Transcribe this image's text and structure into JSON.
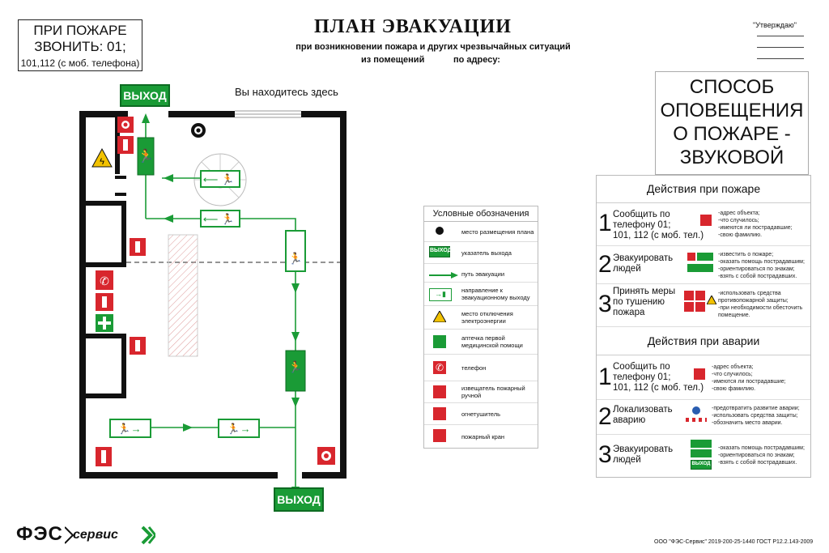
{
  "fire_call": {
    "line1": "ПРИ ПОЖАРЕ",
    "line2": "ЗВОНИТЬ: 01;",
    "line3": "101,112 (с моб. телефона)"
  },
  "title": "ПЛАН ЭВАКУАЦИИ",
  "subtitle1": "при возникновении пожара и других чрезвычайных ситуаций",
  "subtitle2a": "из помещений",
  "subtitle2b": "по адресу:",
  "approve": "\"Утверждаю\"",
  "you_are_here": "Вы находитесь здесь",
  "exit_label": "ВЫХОД",
  "alert_method": [
    "СПОСОБ",
    "ОПОВЕЩЕНИЯ",
    "О ПОЖАРЕ -",
    "ЗВУКОВОЙ"
  ],
  "legend": {
    "title": "Условные обозначения",
    "items": [
      {
        "label": "место размещения плана"
      },
      {
        "symbol": "ВЫХОД",
        "label": "указатель выхода"
      },
      {
        "label": "путь эвакуации"
      },
      {
        "label": "направление к эвакуационному выходу"
      },
      {
        "label": "место отключения электроэнергии"
      },
      {
        "label": "аптечка первой медицинской помощи"
      },
      {
        "label": "телефон"
      },
      {
        "label": "извещатель пожарный ручной"
      },
      {
        "label": "огнетушитель"
      },
      {
        "label": "пожарный кран"
      }
    ]
  },
  "fire_actions": {
    "title": "Действия при пожаре",
    "steps": [
      {
        "num": "1",
        "text": [
          "Сообщить по",
          "телефону 01;",
          "101, 112 (с моб. тел.)"
        ],
        "notes": [
          "-адрес объекта;",
          "-что случилось;",
          "-имеются ли пострадавшие;",
          "-свою фамилию."
        ]
      },
      {
        "num": "2",
        "text": [
          "Эвакуировать",
          "людей"
        ],
        "notes": [
          "-известить о пожаре;",
          "-оказать помощь пострадавшим;",
          "-ориентироваться по знакам;",
          "-взять с собой пострадавших."
        ]
      },
      {
        "num": "3",
        "text": [
          "Принять меры",
          "по тушению",
          "пожара"
        ],
        "notes": [
          "-использовать средства",
          "противопожарной защиты;",
          "-при необходимости обесточить",
          "помещение."
        ]
      }
    ]
  },
  "emergency_actions": {
    "title": "Действия при аварии",
    "steps": [
      {
        "num": "1",
        "text": [
          "Сообщить по",
          "телефону 01;",
          "101, 112 (с моб. тел.)"
        ],
        "notes": [
          "-адрес объекта;",
          "-что случилось;",
          "-имеются ли пострадавшие;",
          "-свою фамилию."
        ]
      },
      {
        "num": "2",
        "text": [
          "Локализовать",
          "аварию"
        ],
        "notes": [
          "-предотвратить развитие аварии;",
          "-использовать средства защиты;",
          "-обозначить место аварии."
        ]
      },
      {
        "num": "3",
        "text": [
          "Эвакуировать",
          "людей"
        ],
        "notes": [
          "-оказать помощь пострадавшим;",
          "-ориентироваться по знакам;",
          "-взять с собой пострадавших."
        ]
      }
    ]
  },
  "logo": {
    "part1": "ФЭС",
    "part2": "сервис"
  },
  "footer": "ООО \"ФЭС-Сервис\" 2019-200-25-1440  ГОСТ Р12.2.143-2009",
  "colors": {
    "exit_green": "#1a9b36",
    "fire_red": "#d8262d",
    "wall": "#111111"
  }
}
